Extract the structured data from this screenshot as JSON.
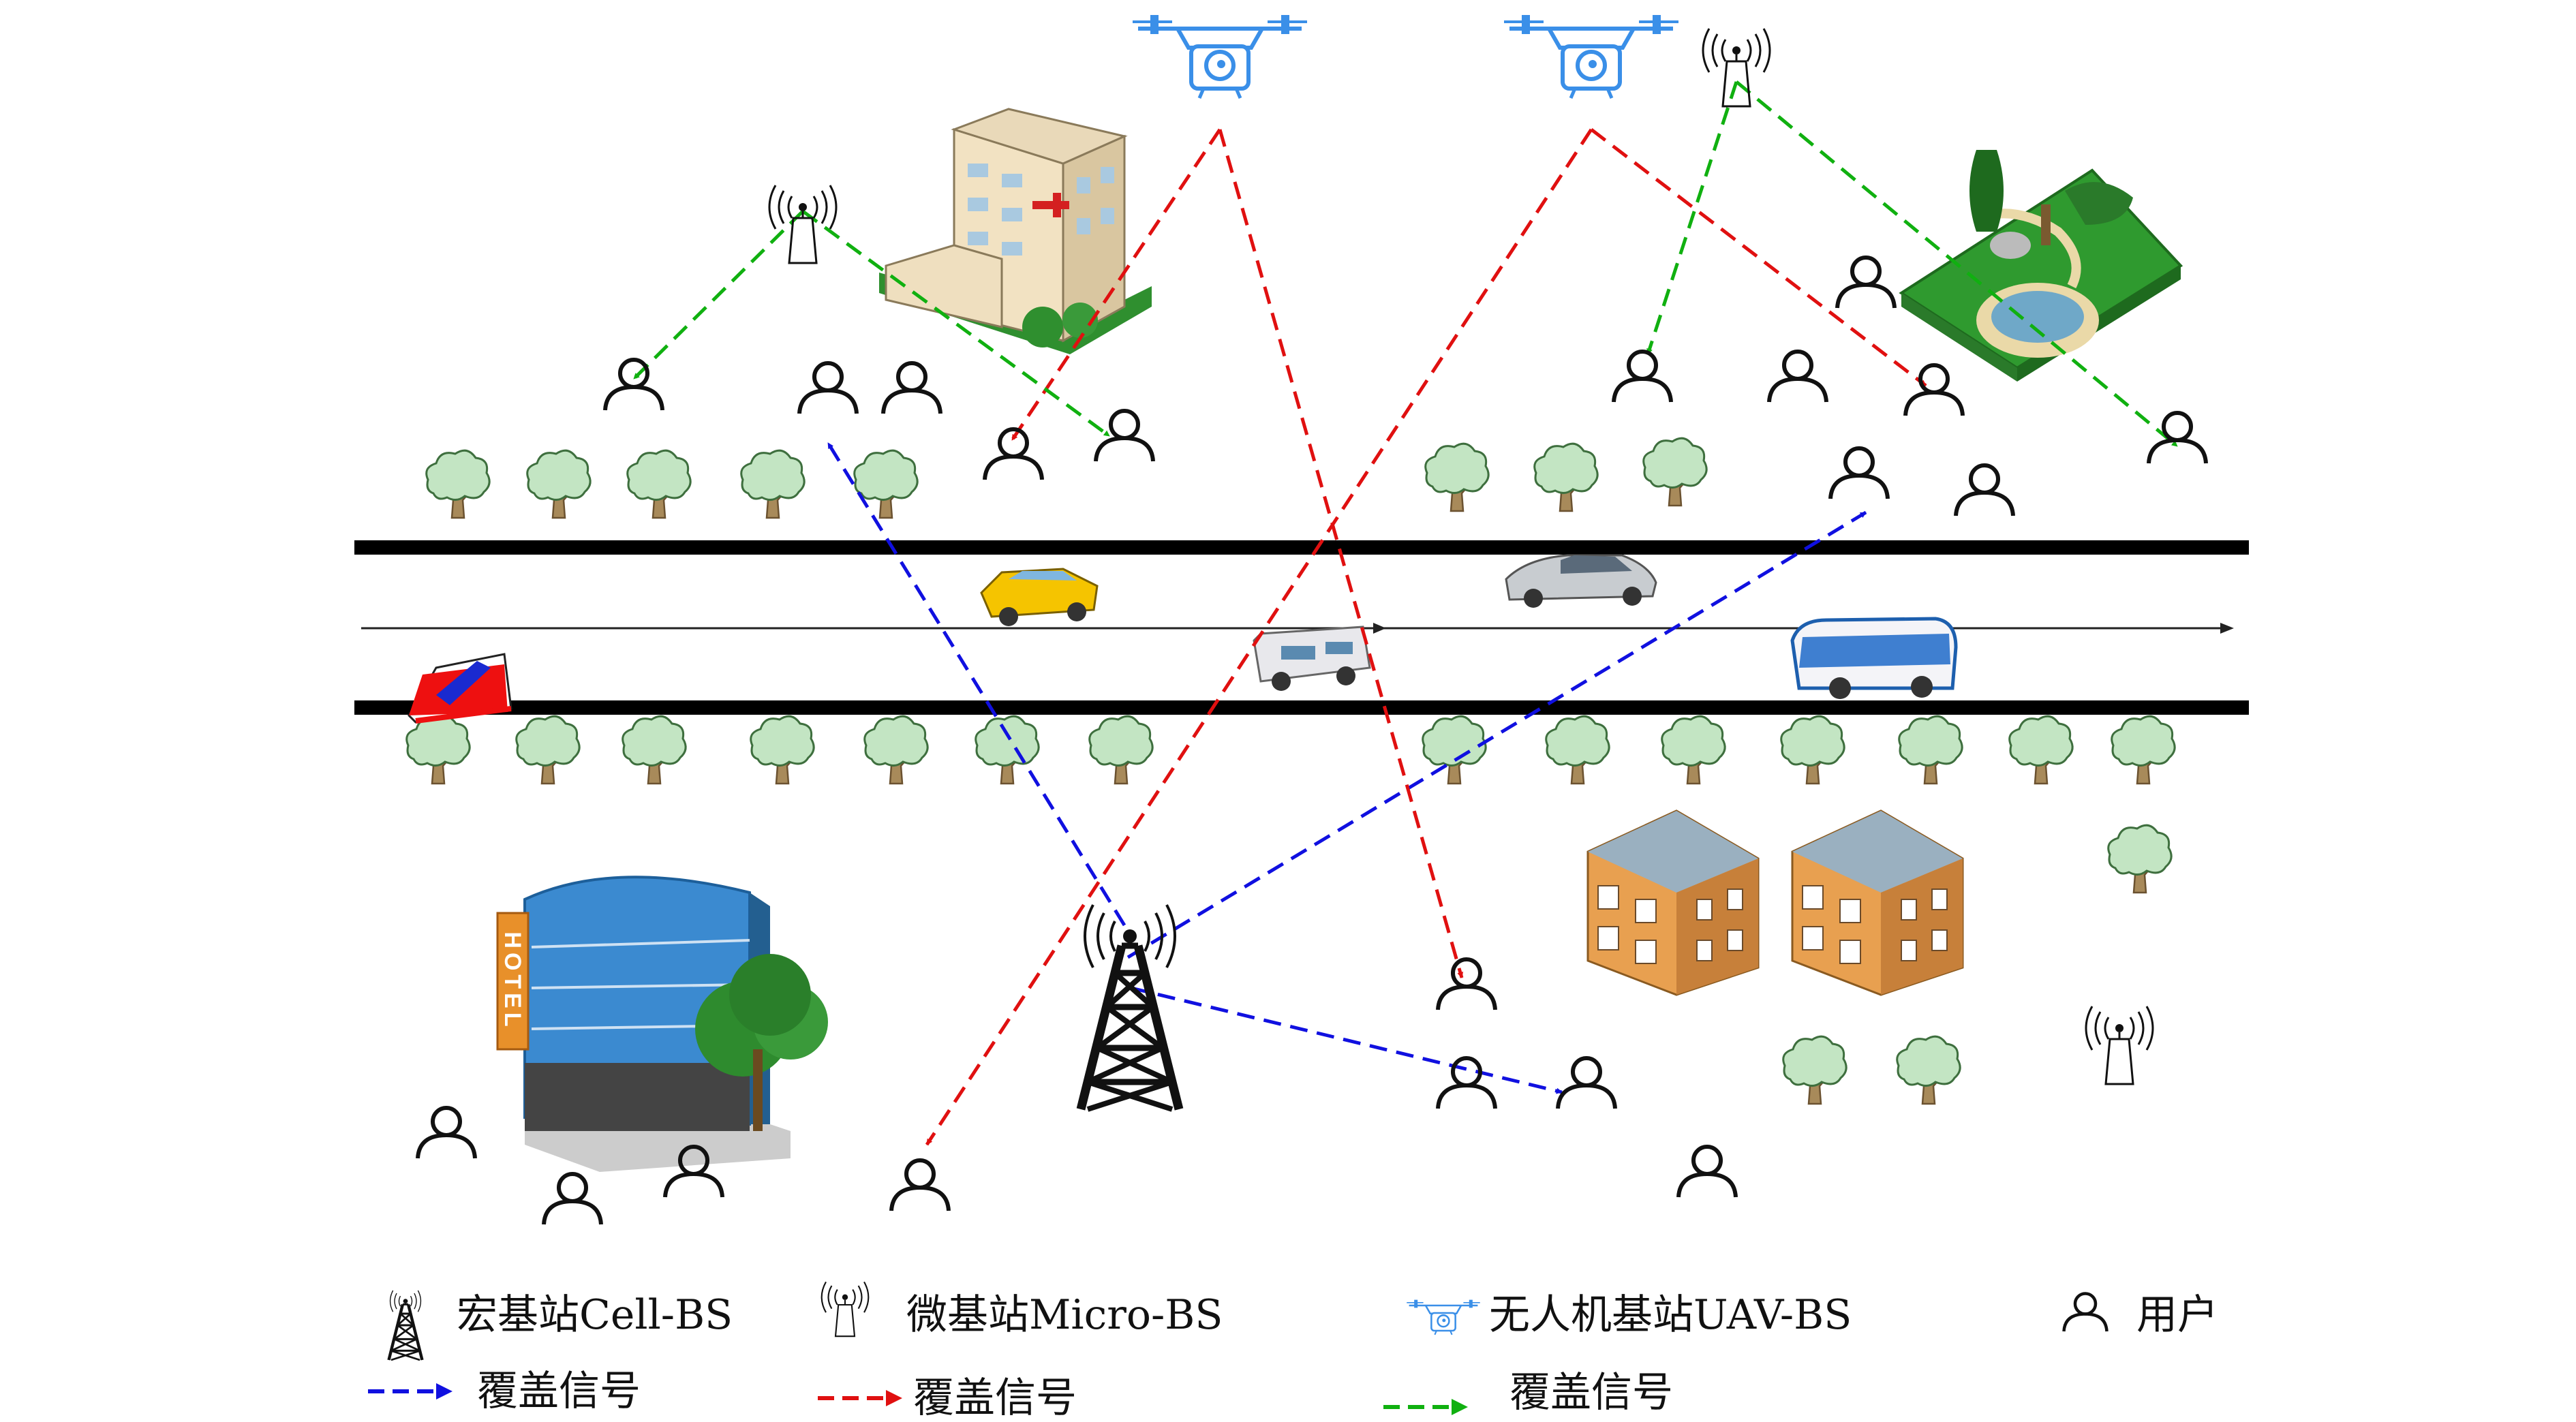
{
  "legend": {
    "cell_bs": "宏基站Cell-BS",
    "micro_bs": "微基站Micro-BS",
    "uav_bs": "无人机基站UAV-BS",
    "user": "用户",
    "signal_blue": "覆盖信号",
    "signal_red": "覆盖信号",
    "signal_green": "覆盖信号"
  },
  "buildings": {
    "hotel_sign": "HOTEL"
  },
  "colors": {
    "cell_signal": "#1010e0",
    "uav_signal": "#e01010",
    "micro_signal": "#10b010",
    "uav_icon": "#3a8fe8",
    "road": "#000000",
    "tree_leaf": "#bfe3bf",
    "tree_trunk": "#8a6a3c"
  },
  "icons": {
    "cell_bs": "lattice-tower-icon",
    "micro_bs": "antenna-icon",
    "uav_bs": "drone-icon",
    "user": "person-icon",
    "tree": "tree-icon"
  }
}
